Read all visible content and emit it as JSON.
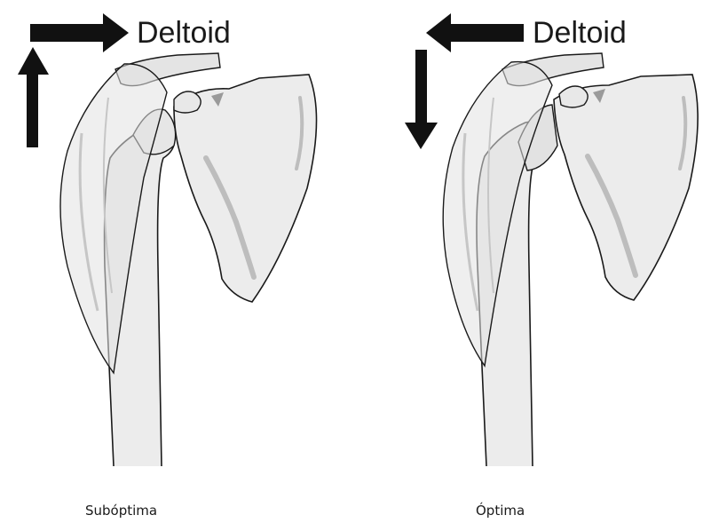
{
  "panels": [
    {
      "muscle_label": "Deltoid",
      "caption": "Subóptima"
    },
    {
      "muscle_label": "Deltoid",
      "caption": "Óptima"
    }
  ],
  "colors": {
    "bone_fill": "#ececec",
    "outline": "#1a1a1a",
    "arrow": "#111111",
    "muscle_fill": "#e2e2e2"
  }
}
